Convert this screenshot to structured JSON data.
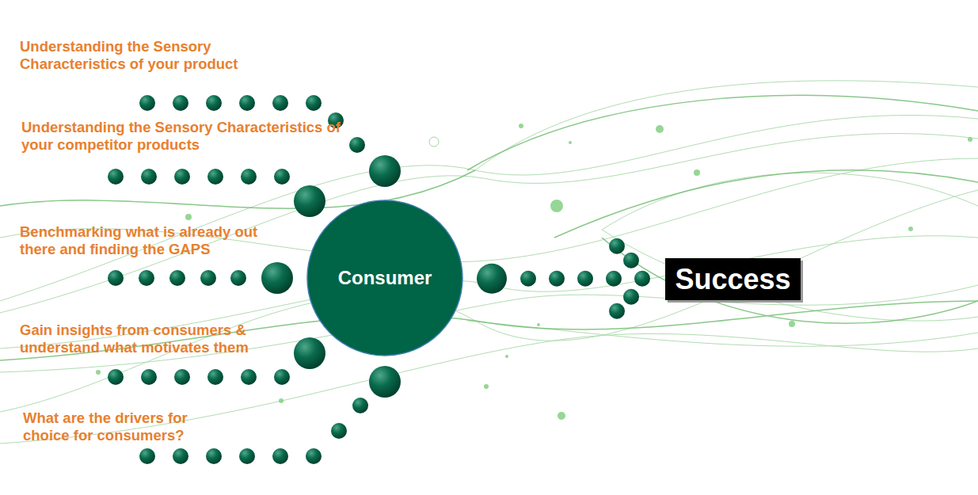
{
  "diagram": {
    "nodes": [
      {
        "text": [
          "Consumer"
        ]
      },
      {
        "text": [
          "Success"
        ]
      }
    ],
    "edges": [
      {
        "from": 0,
        "to": 1,
        "arrow": "to"
      }
    ],
    "labels": [
      "Understanding the Sensory Characteristics of your product",
      "Understanding the Sensory Characteristics of your competitor products",
      "Benchmarking what is already out there and finding the GAPS",
      "Gain insights from consumers & understand what motivates them",
      "What are the drivers for choice for consumers?"
    ]
  }
}
